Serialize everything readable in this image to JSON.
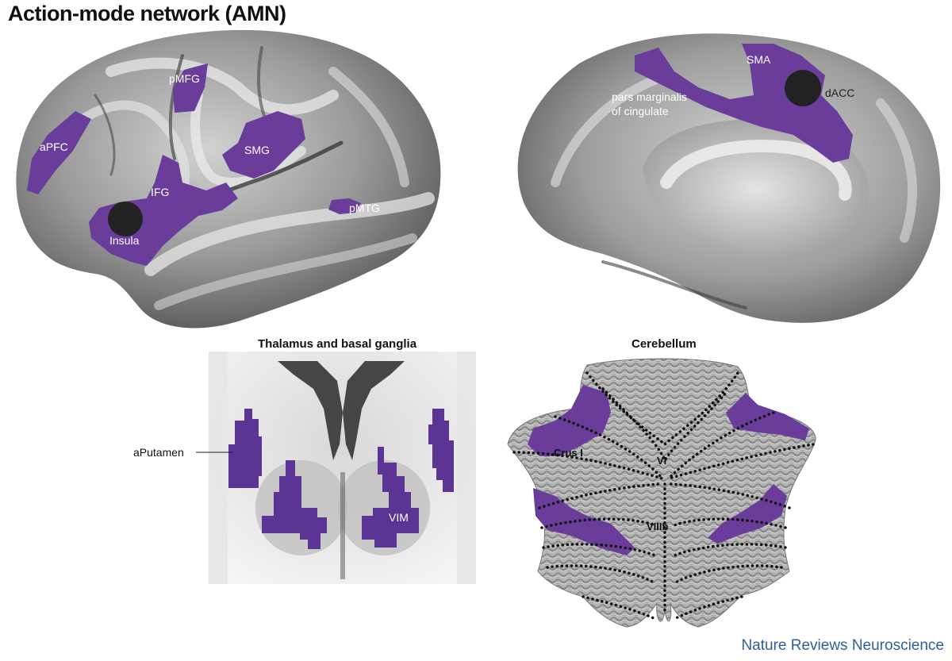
{
  "title": "Action-mode network (AMN)",
  "credit": "Nature Reviews Neuroscience",
  "colors": {
    "network": "#6a3d9a",
    "brain_light": "#c8c8c8",
    "brain_mid": "#8c8c8c",
    "brain_dark": "#4a4a4a",
    "node": "#222222",
    "credit": "#2f5f9c"
  },
  "lateral_view": {
    "labels": {
      "pmfg": "pMFG",
      "apfc": "aPFC",
      "smg": "SMG",
      "ifg": "IFG",
      "insula": "Insula",
      "pmtg": "pMTG"
    }
  },
  "medial_view": {
    "labels": {
      "sma": "SMA",
      "dacc": "dACC",
      "pars_line1": "pars marginalis",
      "pars_line2": "of cingulate"
    }
  },
  "thalamus_panel": {
    "title": "Thalamus and basal ganglia",
    "labels": {
      "aputamen": "aPutamen",
      "vim": "VIM"
    }
  },
  "cerebellum_panel": {
    "title": "Cerebellum",
    "labels": {
      "crus": "Crus I",
      "vi": "VI",
      "viiib": "VIIIb"
    }
  }
}
